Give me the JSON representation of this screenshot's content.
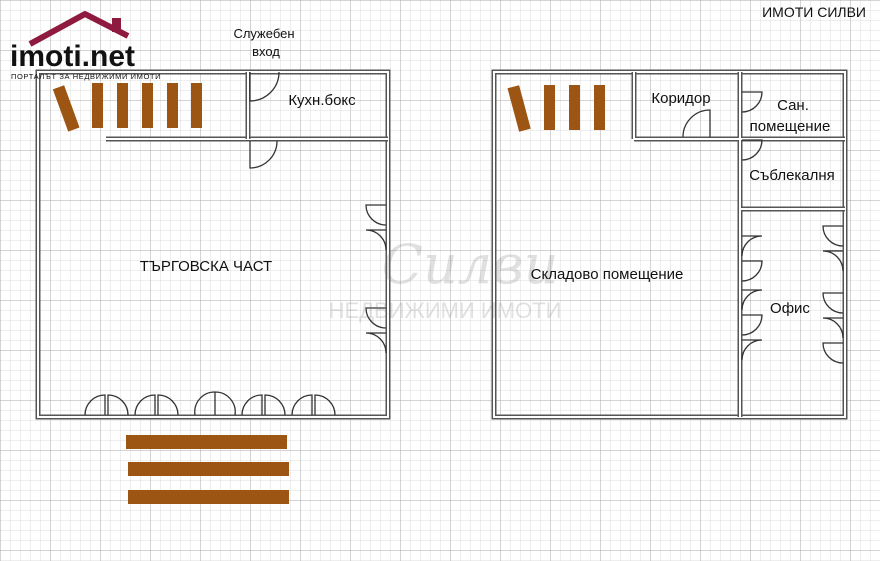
{
  "logo": {
    "brand": "imoti.net",
    "tagline": "ПОРТАЛЪТ ЗА НЕДВИЖИМИ ИМОТИ"
  },
  "agency": "ИМОТИ СИЛВИ",
  "watermark": {
    "script": "Силви",
    "line": "НЕДВИЖИМИ ИМОТИ"
  },
  "rooms": {
    "service_entrance_1": "Служебен",
    "service_entrance_2": "вход",
    "kitchen": "Кухн.бокс",
    "retail": "ТЪРГОВСКА ЧАСТ",
    "corridor": "Коридор",
    "bathroom_1": "Сан.",
    "bathroom_2": "помещение",
    "changing_room": "Съблекалня",
    "storage": "Складово помещение",
    "office": "Офис"
  },
  "colors": {
    "stairs": "#9c5513",
    "walls": "#555555",
    "grid": "#c8c8c8",
    "logo_roof": "#8e1b3f"
  }
}
